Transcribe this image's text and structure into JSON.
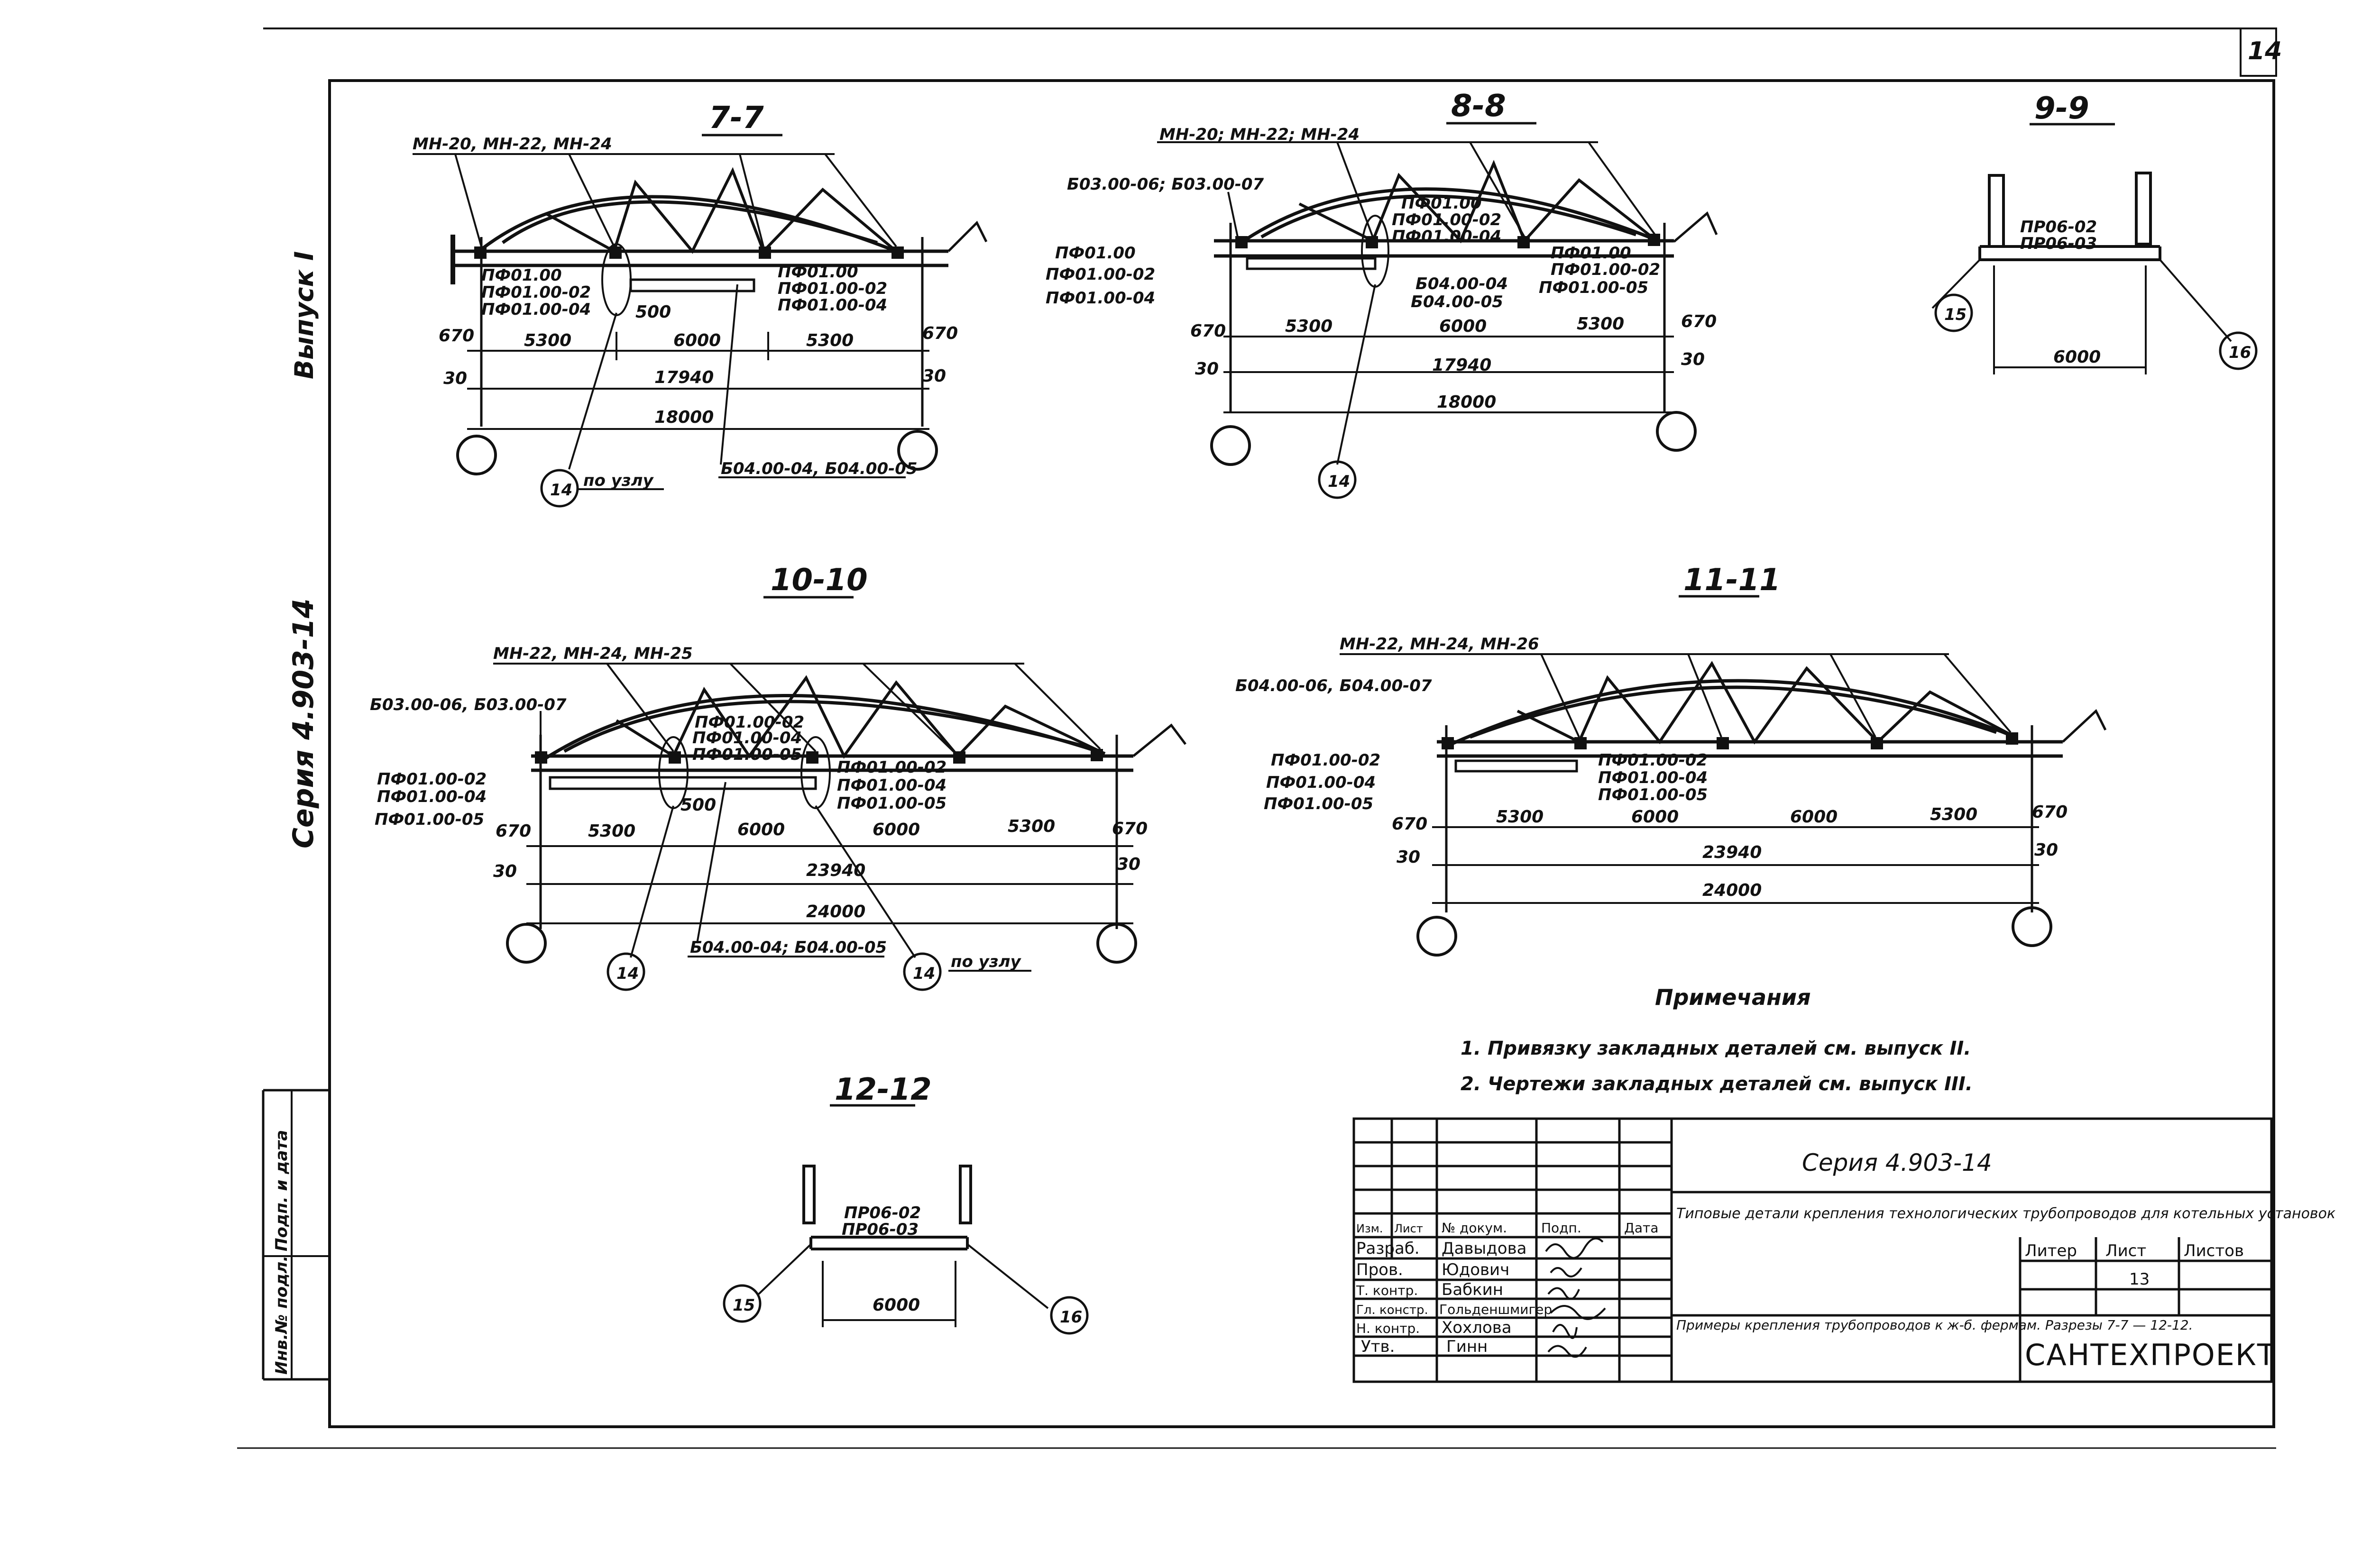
{
  "page_number": "14",
  "vertical": {
    "vypusk": "Выпуск I",
    "seriya": "Серия 4.903-14",
    "podp": "Подп. и дата",
    "inv": "Инв.№ подл."
  },
  "sections": {
    "s77": {
      "title": "7-7",
      "top_label": "МН-20, МН-22, МН-24",
      "left_parts": [
        "ПФ01.00",
        "ПФ01.00-02",
        "ПФ01.00-04"
      ],
      "right_parts": [
        "ПФ01.00",
        "ПФ01.00-02",
        "ПФ01.00-04"
      ],
      "d500": "500",
      "spans": [
        "5300",
        "6000",
        "5300"
      ],
      "d670l": "670",
      "d670r": "670",
      "d30l": "30",
      "d30r": "30",
      "inner": "17940",
      "outer": "18000",
      "node": "14",
      "node_note": "по узлу",
      "bottom_parts": "Б04.00-04, Б04.00-05"
    },
    "s88": {
      "title": "8-8",
      "top_label": "МН-20; МН-22; МН-24",
      "left_top": "Б03.00-06; Б03.00-07",
      "left_parts": [
        "ПФ01.00",
        "ПФ01.00-02",
        "ПФ01.00-04"
      ],
      "mid_parts": [
        "ПФ01.00",
        "ПФ01.00-02",
        "ПФ01.00-04"
      ],
      "right_parts": [
        "ПФ01.00",
        "ПФ01.00-02",
        "ПФ01.00-05"
      ],
      "b_parts": [
        "Б04.00-04",
        "Б04.00-05"
      ],
      "spans": [
        "5300",
        "6000",
        "5300"
      ],
      "d670l": "670",
      "d670r": "670",
      "d30l": "30",
      "d30r": "30",
      "inner": "17940",
      "outer": "18000",
      "node": "14"
    },
    "s99": {
      "title": "9-9",
      "parts": [
        "ПР06-02",
        "ПР06-03"
      ],
      "n15": "15",
      "n16": "16",
      "span": "6000"
    },
    "s1010": {
      "title": "10-10",
      "top_label": "МН-22, МН-24, МН-25",
      "left_top": "Б03.00-06, Б03.00-07",
      "left_parts": [
        "ПФ01.00-02",
        "ПФ01.00-04",
        "ПФ01.00-05"
      ],
      "mid_parts": [
        "ПФ01.00-02",
        "ПФ01.00-04",
        "ПФ01.00-05"
      ],
      "right_parts": [
        "ПФ01.00-02",
        "ПФ01.00-04",
        "ПФ01.00-05"
      ],
      "d500": "500",
      "spans": [
        "5300",
        "6000",
        "6000",
        "5300"
      ],
      "d670l": "670",
      "d670r": "670",
      "d30l": "30",
      "d30r": "30",
      "inner": "23940",
      "outer": "24000",
      "node": "14",
      "node_note": "по узлу",
      "bottom_parts": "Б04.00-04; Б04.00-05"
    },
    "s1111": {
      "title": "11-11",
      "top_label": "МН-22, МН-24, МН-26",
      "left_top": "Б04.00-06, Б04.00-07",
      "left_parts": [
        "ПФ01.00-02",
        "ПФ01.00-04",
        "ПФ01.00-05"
      ],
      "mid_parts": [
        "ПФ01.00-02",
        "ПФ01.00-04",
        "ПФ01.00-05"
      ],
      "spans": [
        "5300",
        "6000",
        "6000",
        "5300"
      ],
      "d670l": "670",
      "d670r": "670",
      "d30l": "30",
      "d30r": "30",
      "inner": "23940",
      "outer": "24000"
    },
    "s1212": {
      "title": "12-12",
      "parts": [
        "ПР06-02",
        "ПР06-03"
      ],
      "n15": "15",
      "n16": "16",
      "span": "6000"
    }
  },
  "notes": {
    "title": "Примечания",
    "items": [
      "1. Привязку закладных деталей см. выпуск II.",
      "2. Чертежи закладных деталей см. выпуск III."
    ]
  },
  "title_block": {
    "series": "Серия 4.903-14",
    "description": "Типовые детали крепления технологических трубопроводов для котельных установок",
    "header": [
      "Изм.",
      "Лист",
      "№ докум.",
      "Подп.",
      "Дата"
    ],
    "roles": [
      "Разраб.",
      "Пров.",
      "Т. контр.",
      "Гл. констр.",
      "Н. контр.",
      "Утв."
    ],
    "names": [
      "Давыдова",
      "Юдович",
      "Бабкин",
      "Гольденшмигер",
      "Хохлова",
      "Гинн"
    ],
    "sheet_title": "Примеры крепления трубопроводов к ж-б. фермам. Разрезы 7-7 — 12-12.",
    "litera_label": "Литер",
    "list_label": "Лист",
    "listov_label": "Листов",
    "list_value": "13",
    "company": "САНТЕХПРОЕКТ"
  }
}
